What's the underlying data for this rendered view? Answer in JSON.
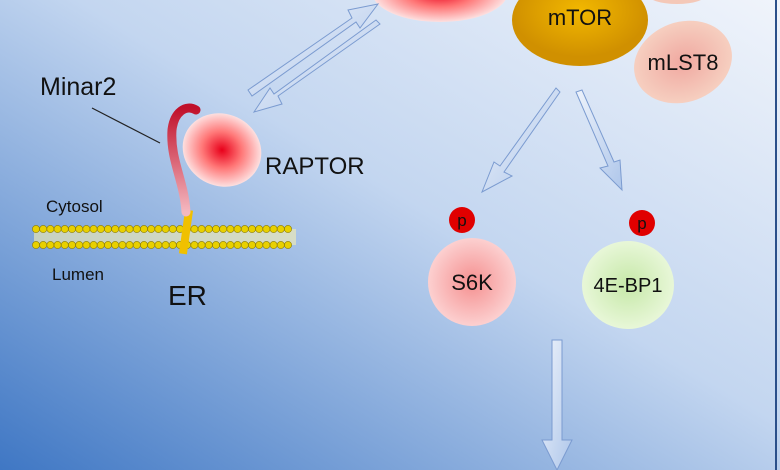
{
  "labels": {
    "minar2": "Minar2",
    "raptor": "RAPTOR",
    "cytosol": "Cytosol",
    "lumen": "Lumen",
    "er": "ER",
    "mtor": "mTOR",
    "mlst8": "mLST8",
    "s6k": "S6K",
    "eif4ebp1": "4E-BP1",
    "phospho": "p"
  },
  "colors": {
    "background_light": "#e8eff9",
    "background_dark": "#3f77c4",
    "mtor": "#e0a400",
    "mlst8": "#f2b8a4",
    "raptor": "#f04040",
    "s6k": "#f08a8a",
    "eif4ebp1": "#cdebb0",
    "phospho": "#e00000",
    "membrane": "#e8d000"
  }
}
